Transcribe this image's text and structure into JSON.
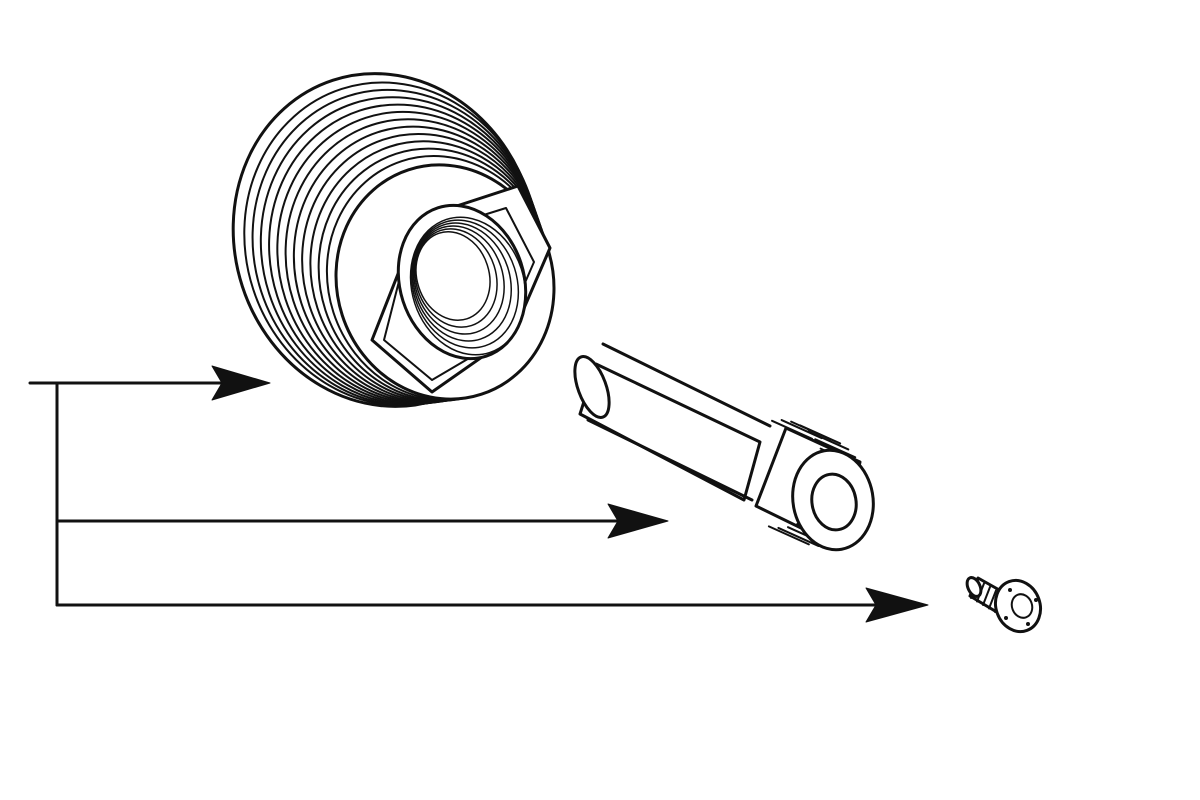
{
  "diagram": {
    "type": "exploded-parts-view",
    "parts": [
      {
        "id": "threaded-bushing",
        "kind": "hex reducing bushing with external thread"
      },
      {
        "id": "splined-stem",
        "kind": "cylindrical stem with knurled/splined end"
      },
      {
        "id": "small-screw",
        "kind": "small flanged screw"
      }
    ],
    "leader_count": 3,
    "colors": {
      "line": "#111111",
      "background": "#ffffff"
    }
  }
}
